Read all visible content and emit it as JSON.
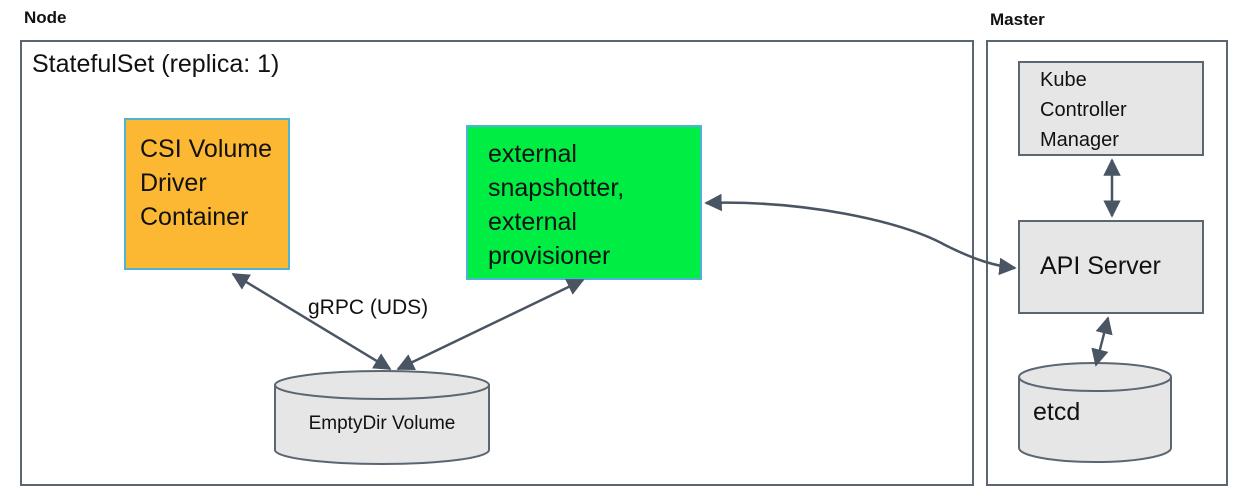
{
  "node": {
    "label": "Node",
    "statefulset_label": "StatefulSet (replica: 1)",
    "csi_driver": [
      "CSI Volume",
      "Driver",
      "Container"
    ],
    "sidecars": [
      "external",
      "snapshotter,",
      "external",
      "provisioner"
    ],
    "grpc_label": "gRPC (UDS)",
    "volume_label": "EmptyDir Volume"
  },
  "master": {
    "label": "Master",
    "controller_manager": [
      "Kube",
      "Controller",
      "Manager"
    ],
    "api_server": "API Server",
    "etcd": "etcd"
  },
  "colors": {
    "driver": "#fcb832",
    "sidecar": "#00ee44",
    "component": "#e6e6e6",
    "border": "#5b6673",
    "box_outline": "#4fb3d6"
  }
}
